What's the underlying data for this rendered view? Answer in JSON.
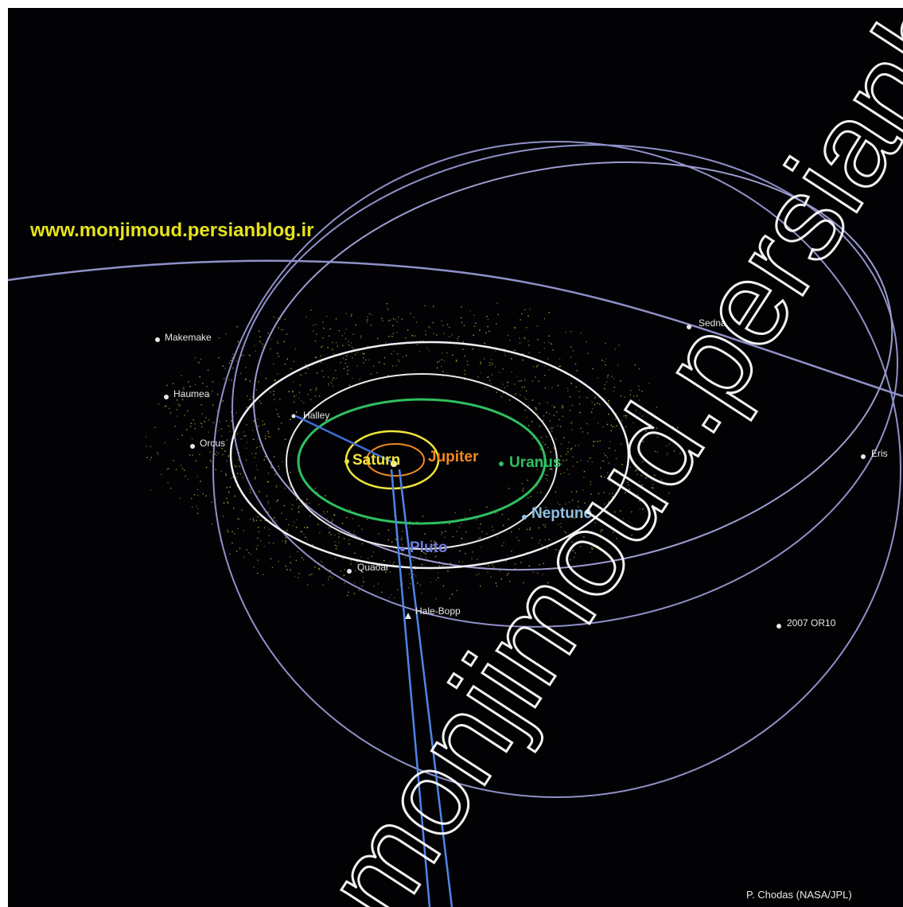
{
  "watermark_site": "www.monjimoud.persianblog.ir",
  "watermark_diagonal": "monjimoud.persianblog.ir",
  "credit": "P. Chodas (NASA/JPL)",
  "colors": {
    "background": "#020205",
    "site_text": "#e6e21a",
    "saturn": "#f1e63c",
    "jupiter": "#f08a1e",
    "uranus": "#2fbf5f",
    "neptune": "#8fc0e0",
    "pluto": "#6f7bd6",
    "small_body": "#e8e8e8",
    "kuiper": "#d8cc3a",
    "orbit_outer": "#8f90c8",
    "orbit_white": "#e8e8f0",
    "comet": "#4f84e8",
    "watermark": "#ffffff"
  },
  "planets": {
    "saturn": "Saturn",
    "jupiter": "Jupiter",
    "uranus": "Uranus",
    "neptune": "Neptune",
    "pluto": "Pluto"
  },
  "small_bodies": {
    "makemake": "Makemake",
    "haumea": "Haumea",
    "orcus": "Orcus",
    "halley": "Halley",
    "quaoar": "Quaoar",
    "hale_bopp": "Hale-Bopp",
    "sedna": "Sedna",
    "eris": "Eris",
    "or10": "2007 OR10"
  }
}
